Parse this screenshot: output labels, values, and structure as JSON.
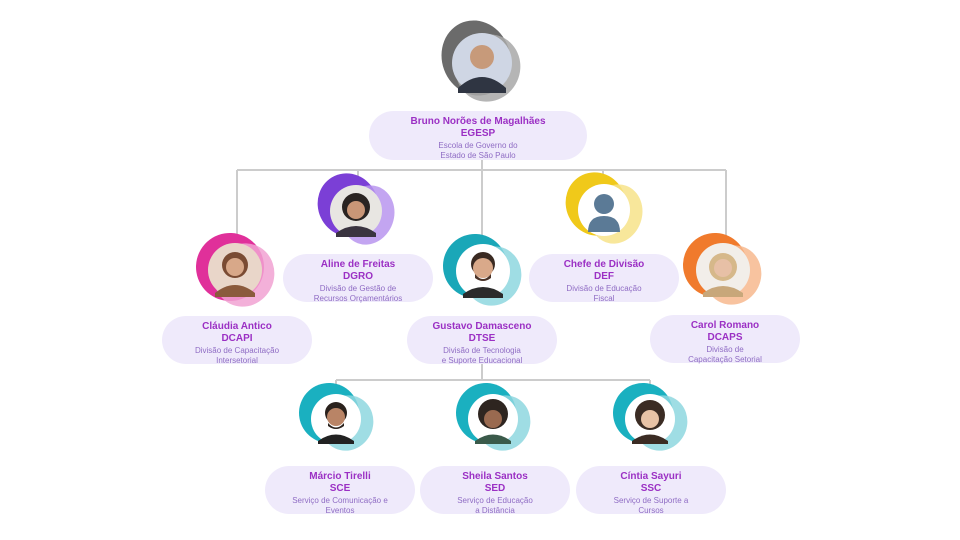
{
  "colors": {
    "line": "#cccccc",
    "card_bg": "#efeafb",
    "name_text": "#9b30c4",
    "desc_text": "#8f6cc4"
  },
  "director": {
    "name": "Bruno Norões de Magalhães",
    "code": "EGESP",
    "desc": "Escola de Governo do\nEstado de São Paulo",
    "accent": "#6b6b6b",
    "accent2": "#a8a8a8"
  },
  "divisions": [
    {
      "name": "Cláudia Antico",
      "code": "DCAPI",
      "desc": "Divisão de Capacitação\nIntersetorial",
      "accent": "#e0309a",
      "accent2": "#f1a2d2"
    },
    {
      "name": "Aline de Freitas",
      "code": "DGRO",
      "desc": "Divisão de Gestão de\nRecursos Orçamentários",
      "accent": "#7b3fd6",
      "accent2": "#b995ee"
    },
    {
      "name": "Gustavo Damasceno",
      "code": "DTSE",
      "desc": "Divisão de Tecnologia\ne Suporte Educacional",
      "accent": "#1aa7b8",
      "accent2": "#8ed7df"
    },
    {
      "name": "Chefe de Divisão",
      "code": "DEF",
      "desc": "Divisão de Educação\nFiscal",
      "accent": "#f0c91a",
      "accent2": "#f7e38a",
      "placeholder_icon": "person-silhouette-icon"
    },
    {
      "name": "Carol Romano",
      "code": "DCAPS",
      "desc": "Divisão de\nCapacitação Setorial",
      "accent": "#f07a2c",
      "accent2": "#f7b88e"
    }
  ],
  "services": [
    {
      "name": "Márcio Tirelli",
      "code": "SCE",
      "desc": "Serviço de Comunicação e\nEventos",
      "accent": "#1ab0c0",
      "accent2": "#8ed7df"
    },
    {
      "name": "Sheila Santos",
      "code": "SED",
      "desc": "Serviço de Educação\na Distância",
      "accent": "#1ab0c0",
      "accent2": "#8ed7df"
    },
    {
      "name": "Cíntia Sayuri",
      "code": "SSC",
      "desc": "Serviço de Suporte a\nCursos",
      "accent": "#1ab0c0",
      "accent2": "#8ed7df"
    }
  ]
}
